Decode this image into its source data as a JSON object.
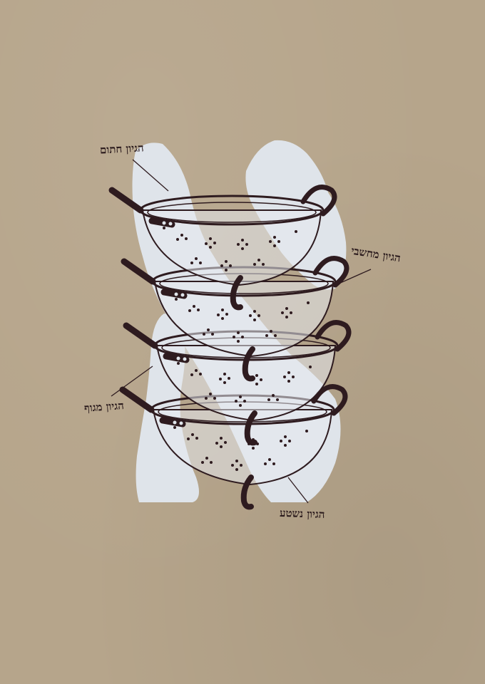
{
  "labels": [
    "הגיון חתום",
    "הגיון מחשבי",
    "הגיון מגוף",
    "הגיון נשטע"
  ],
  "colors": {
    "background": "#b6a58b",
    "shape": "#dfe4ea",
    "ink": "#2e1b1f"
  },
  "icons": [
    "stacked-colander-illustration",
    "white-letter-shape"
  ]
}
